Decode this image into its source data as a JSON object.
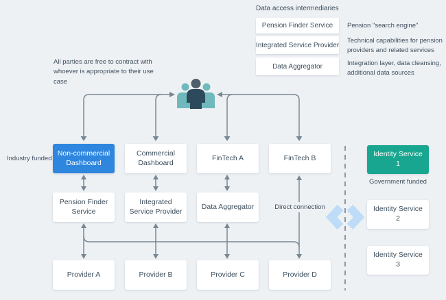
{
  "colors": {
    "bg": "#eef1f4",
    "box": "#ffffff",
    "accent_blue": "#2e86de",
    "accent_green": "#18a690",
    "line": "#788794",
    "dash": "#8796a3",
    "text": "#3e4f5d",
    "chevron": "#bedbf7",
    "people_teal": "#6fb9bd",
    "people_dark": "#2c4a5c",
    "people_head_gray": "#4e5e6b"
  },
  "intermediaries_panel": {
    "title": "Data access intermediaries",
    "items": [
      {
        "label": "Pension Finder Service",
        "description": "Pension \"search engine\""
      },
      {
        "label": "Integrated Service Provider",
        "description": "Technical capabilities for pension providers and related services"
      },
      {
        "label": "Data Aggregator",
        "description": "Integration layer, data cleansing, additional data sources"
      }
    ]
  },
  "notes": {
    "contract": "All parties are free to contract with whoever is appropriate to their use case",
    "industry_funded": "Industry funded",
    "government_funded": "Government funded",
    "direct_connection": "Direct connection"
  },
  "icons": {
    "users": "users-group-icon",
    "exchange": "exchange-chevrons-icon"
  },
  "consumer_row": [
    {
      "label": "Non-commercial Dashboard"
    },
    {
      "label": "Commercial Dashboard"
    },
    {
      "label": "FinTech A"
    },
    {
      "label": "FinTech B"
    }
  ],
  "intermediary_row": [
    {
      "label": "Pension Finder Service"
    },
    {
      "label": "Integrated Service Provider"
    },
    {
      "label": "Data Aggregator"
    }
  ],
  "provider_row": [
    {
      "label": "Provider A"
    },
    {
      "label": "Provider B"
    },
    {
      "label": "Provider C"
    },
    {
      "label": "Provider D"
    }
  ],
  "identity_column": [
    {
      "label": "Identity Service 1"
    },
    {
      "label": "Identity Service 2"
    },
    {
      "label": "Identity Service 3"
    }
  ]
}
